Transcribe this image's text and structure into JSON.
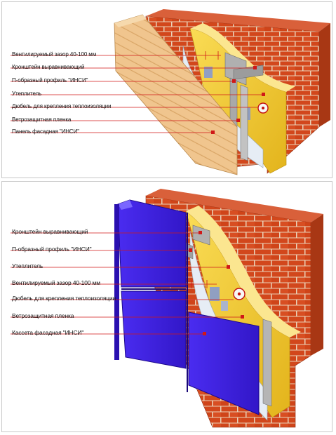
{
  "top_diagram": {
    "labels": [
      "Вентилируемый зазор 40-100 мм",
      "Кронштейн выравнивающий",
      "П-образный профиль \"ИНСИ\"",
      "Утеплитель",
      "Дюбель для крепления теплоизоляции",
      "Ветрозащитная пленка",
      "Панель фасадная \"ИНСИ\""
    ]
  },
  "bottom_diagram": {
    "labels": [
      "Кронштейн выравнивающий",
      "П-образный профиль \"ИНСИ\"",
      "Утеплитель",
      "Вентилируемый зазор 40-100 мм",
      "Дюбель для крепления теплоизоляции",
      "Ветрозащитная пленка",
      "Кассета фасадная \"ИНСИ\""
    ]
  },
  "colors": {
    "brick": "#d2471c",
    "mortar": "#e9d2b8",
    "insulation": "#f3cc38",
    "siding_panel": "#f0c58e",
    "cassette": "#3b1ee0",
    "membrane": "#e6edf5",
    "profile_metal": "#a9a9a9",
    "leader_line": "#d01818"
  }
}
